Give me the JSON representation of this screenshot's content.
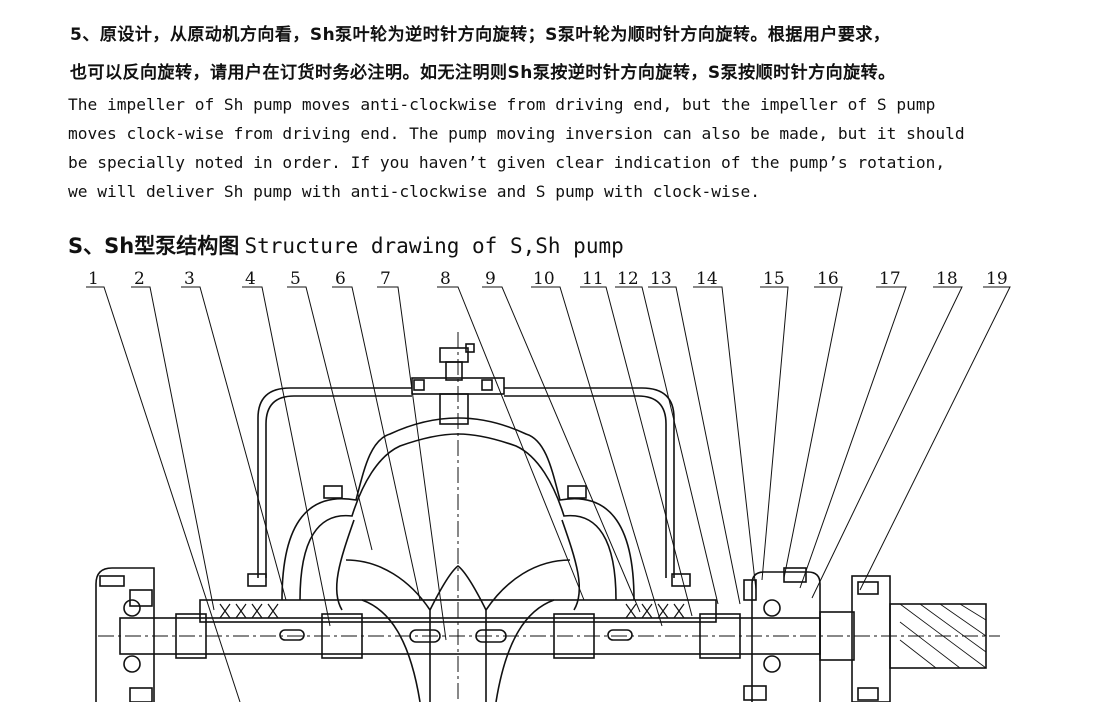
{
  "note": {
    "cn_line1": "5、原设计，从原动机方向看，Sh泵叶轮为逆时针方向旋转；S泵叶轮为顺时针方向旋转。根据用户要求，",
    "cn_line2": "也可以反向旋转，请用户在订货时务必注明。如无注明则Sh泵按逆时针方向旋转，S泵按顺时针方向旋转。",
    "en_line1": "The impeller of Sh pump moves anti-clockwise from driving end, but the impeller of S pump",
    "en_line2": "moves clock-wise from driving end. The pump moving inversion can also be made, but it should",
    "en_line3": "be specially noted in order. If you haven’t given clear indication of the pump’s rotation,",
    "en_line4": "we will deliver Sh pump with anti-clockwise and S pump with clock-wise."
  },
  "figure": {
    "title_cn": "S、Sh型泵结构图",
    "title_en": "Structure drawing of S,Sh pump",
    "part_labels": [
      "1",
      "2",
      "3",
      "4",
      "5",
      "6",
      "7",
      "8",
      "9",
      "10",
      "11",
      "12",
      "13",
      "14",
      "15",
      "16",
      "17",
      "18",
      "19"
    ]
  }
}
